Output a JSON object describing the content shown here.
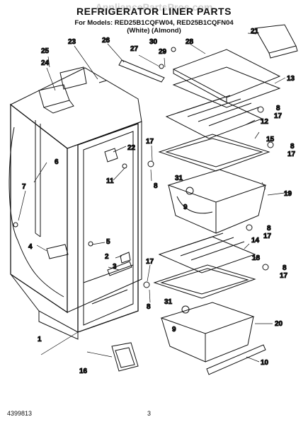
{
  "header": {
    "title": "REFRIGERATOR LINER PARTS",
    "watermark": "AppliancePartsPros.com",
    "models_line": "For Models: RED25B1CQFW04, RED25B1CQFN04",
    "colors_line": "(White)                    (Almond)"
  },
  "footer": {
    "code": "4399813",
    "page": "3"
  },
  "callouts": {
    "c1": "1",
    "c2": "2",
    "c3": "3",
    "c4": "4",
    "c5": "5",
    "c6": "6",
    "c7": "7",
    "c8a": "8",
    "c8b": "8",
    "c8c": "8",
    "c8d": "8",
    "c8e": "8",
    "c8f": "8",
    "c9a": "9",
    "c9b": "9",
    "c10": "10",
    "c11": "11",
    "c12": "12",
    "c13": "13",
    "c14": "14",
    "c15": "15",
    "c16": "16",
    "c17a": "17",
    "c17b": "17",
    "c17c": "17",
    "c17d": "17",
    "c17e": "17",
    "c17f": "17",
    "c18": "18",
    "c19": "19",
    "c20": "20",
    "c21": "21",
    "c22": "22",
    "c23": "23",
    "c24": "24",
    "c25": "25",
    "c26": "26",
    "c27": "27",
    "c28": "28",
    "c29": "29",
    "c30": "30",
    "c31a": "31",
    "c31b": "31"
  }
}
